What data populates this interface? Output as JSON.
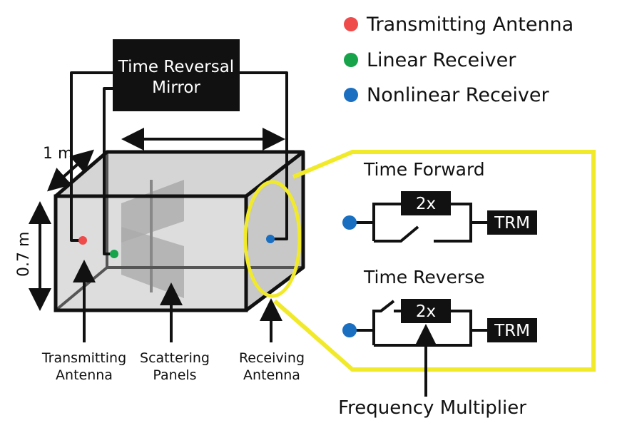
{
  "legend": [
    {
      "label": "Transmitting Antenna",
      "color": "#ef4b4b"
    },
    {
      "label": "Linear Receiver",
      "color": "#16a34a"
    },
    {
      "label": "Nonlinear Receiver",
      "color": "#1b6fc0"
    }
  ],
  "trm_box": {
    "line1": "Time Reversal",
    "line2": "Mirror"
  },
  "dimensions": {
    "width": "1 m",
    "height": "0.7 m"
  },
  "labels": {
    "transmitting_1": "Transmitting",
    "transmitting_2": "Antenna",
    "scattering_1": "Scattering",
    "scattering_2": "Panels",
    "receiving_1": "Receiving",
    "receiving_2": "Antenna"
  },
  "circuits": {
    "forward_title": "Time Forward",
    "reverse_title": "Time Reverse",
    "multiplier": "2x",
    "trm": "TRM",
    "freq_multiplier_label": "Frequency Multiplier"
  },
  "colors": {
    "highlight": "#f1ea2a",
    "box_fill": "#a9a9a9",
    "dark": "#111111"
  }
}
